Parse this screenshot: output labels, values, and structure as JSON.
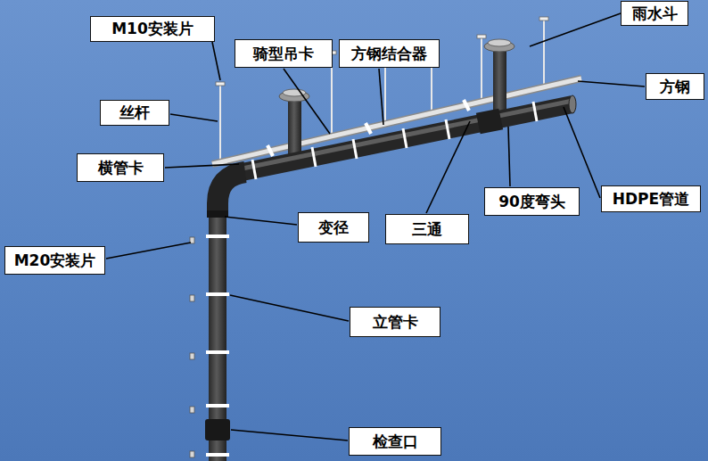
{
  "diagram": {
    "nodes": [
      {
        "text": [
          "雨水斗"
        ]
      },
      {
        "text": [
          "M10安装片"
        ]
      },
      {
        "text": [
          "骑型吊卡"
        ]
      },
      {
        "text": [
          "方钢结合器"
        ]
      },
      {
        "text": [
          "方钢"
        ]
      },
      {
        "text": [
          "丝杆"
        ]
      },
      {
        "text": [
          "横管卡"
        ]
      },
      {
        "text": [
          "HDPE管道"
        ]
      },
      {
        "text": [
          "90度弯头"
        ]
      },
      {
        "text": [
          "变径"
        ]
      },
      {
        "text": [
          "三通"
        ]
      },
      {
        "text": [
          "M20安装片"
        ]
      },
      {
        "text": [
          "立管卡"
        ]
      },
      {
        "text": [
          "检查口"
        ]
      }
    ]
  }
}
